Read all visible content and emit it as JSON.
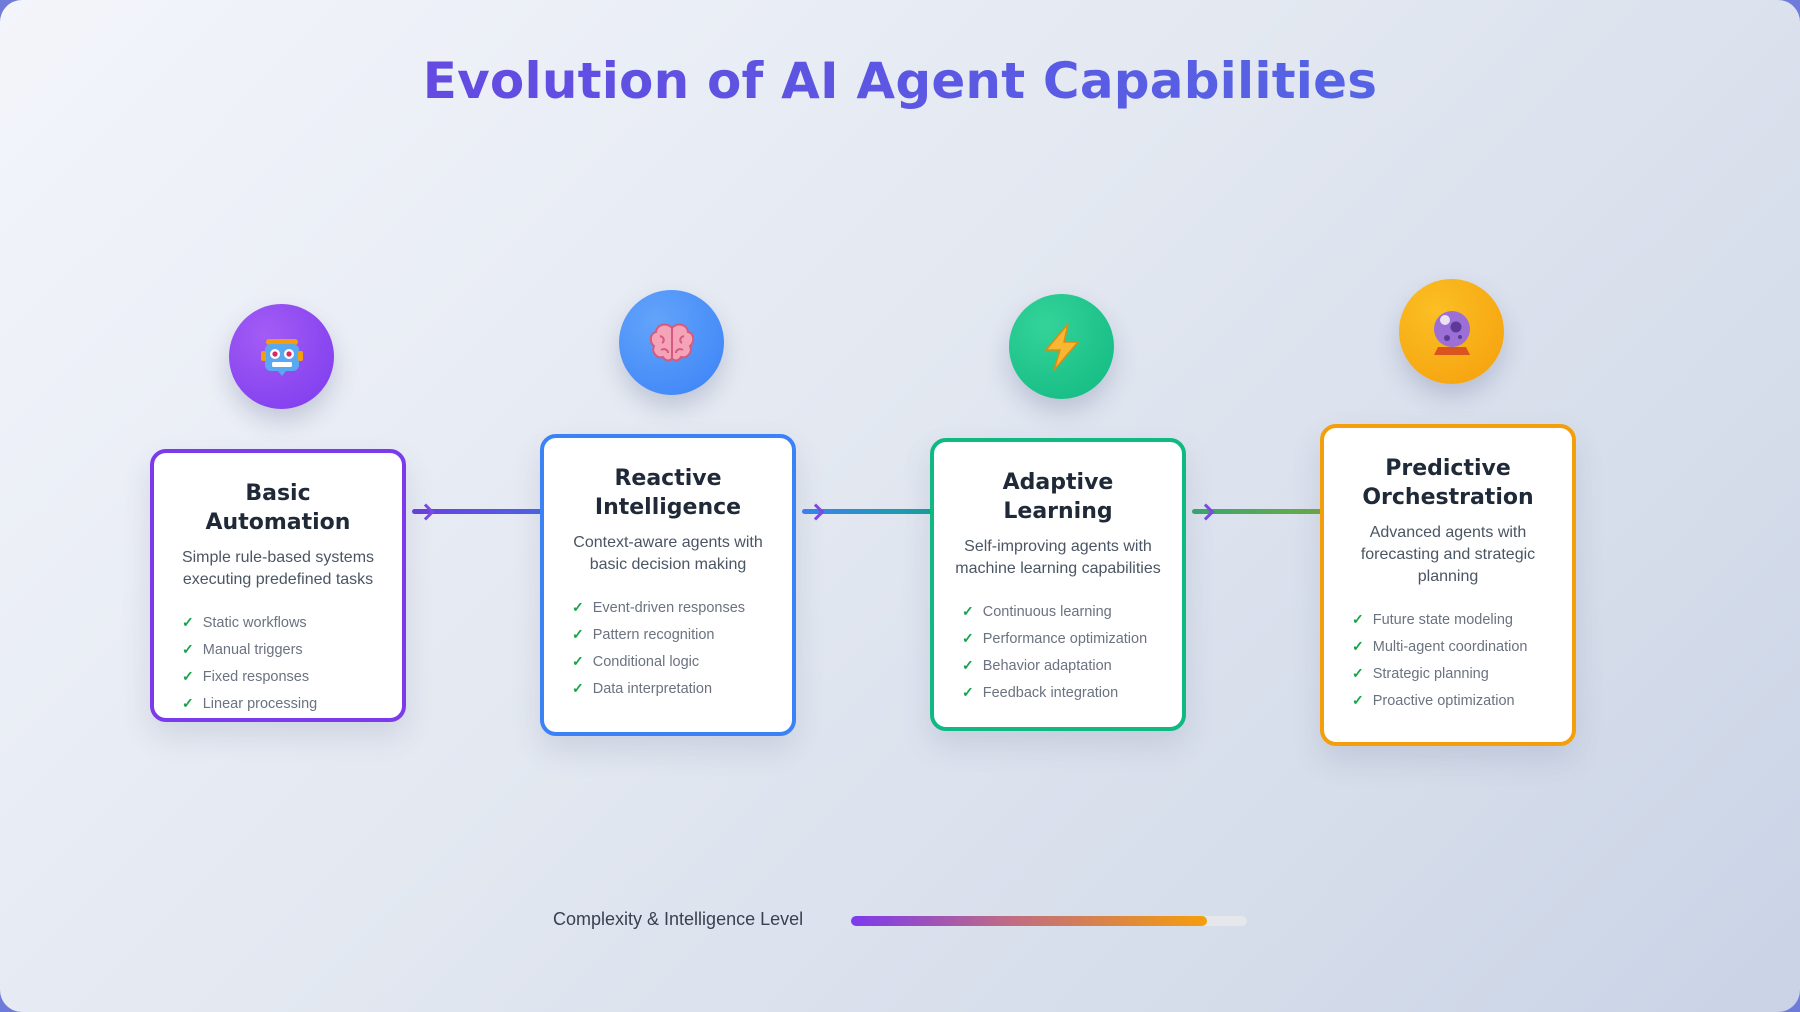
{
  "title": "Evolution of AI Agent Capabilities",
  "stages": [
    {
      "icon": "robot-icon",
      "color": "#7c3aed",
      "title": "Basic Automation",
      "description": "Simple rule-based systems executing predefined tasks",
      "features": [
        "Static workflows",
        "Manual triggers",
        "Fixed responses",
        "Linear processing"
      ]
    },
    {
      "icon": "brain-icon",
      "color": "#3b82f6",
      "title": "Reactive Intelligence",
      "description": "Context-aware agents with basic decision making",
      "features": [
        "Event-driven responses",
        "Pattern recognition",
        "Conditional logic",
        "Data interpretation"
      ]
    },
    {
      "icon": "lightning-icon",
      "color": "#10b981",
      "title": "Adaptive Learning",
      "description": "Self-improving agents with machine learning capabilities",
      "features": [
        "Continuous learning",
        "Performance optimization",
        "Behavior adaptation",
        "Feedback integration"
      ]
    },
    {
      "icon": "crystal-ball-icon",
      "color": "#f59e0b",
      "title": "Predictive Orchestration",
      "description": "Advanced agents with forecasting and strategic planning",
      "features": [
        "Future state modeling",
        "Multi-agent coordination",
        "Strategic planning",
        "Proactive optimization"
      ]
    }
  ],
  "progress": {
    "label": "Complexity & Intelligence Level",
    "value_percent": 90
  },
  "check_mark": "✓"
}
